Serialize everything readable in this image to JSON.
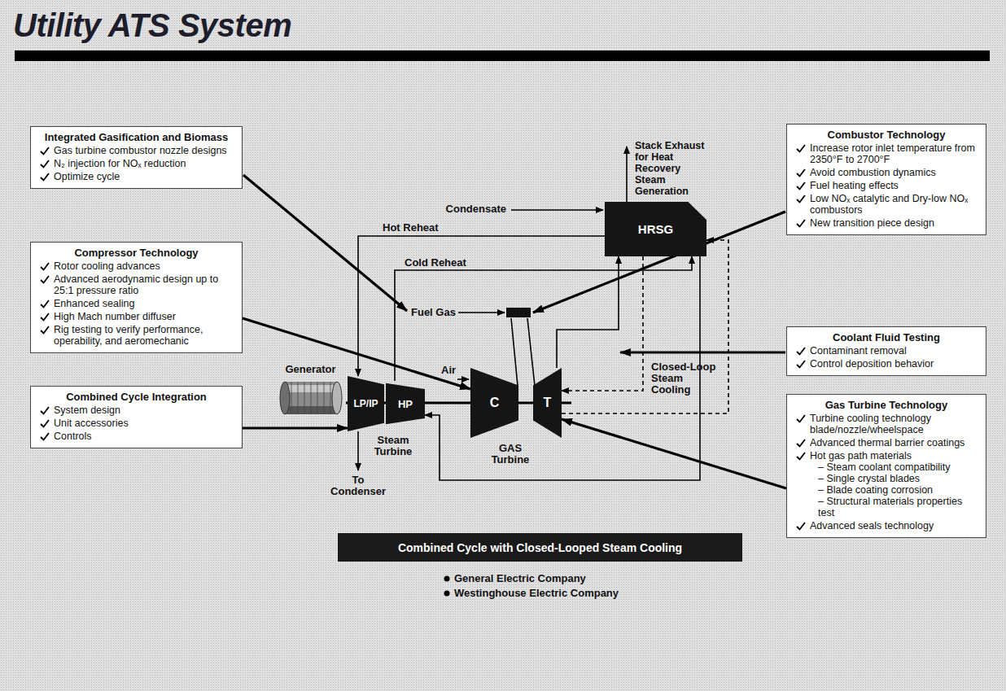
{
  "diagram": {
    "title": "Utility ATS System",
    "nodes": [
      {
        "text": [
          "Integrated Gasification and Biomass",
          "Gas turbine combustor nozzle designs",
          "N₂ injection for NOₓ reduction",
          "Optimize cycle"
        ]
      },
      {
        "text": [
          "Compressor Technology",
          "Rotor cooling advances",
          "Advanced aerodynamic design up to 25:1 pressure ratio",
          "Enhanced sealing",
          "High Mach number diffuser",
          "Rig testing to verify performance, operability, and aeromechanic"
        ]
      },
      {
        "text": [
          "Combined Cycle Integration",
          "System design",
          "Unit accessories",
          "Controls"
        ]
      },
      {
        "text": [
          "HRSG"
        ]
      },
      {
        "text": [
          "Generator"
        ]
      },
      {
        "text": [
          "LP/IP"
        ]
      },
      {
        "text": [
          "HP"
        ]
      },
      {
        "text": [
          "C"
        ]
      },
      {
        "text": [
          "T"
        ]
      },
      {
        "text": [
          "Combustor Technology",
          "Increase rotor inlet temperature from 2350°F to 2700°F",
          "Avoid combustion dynamics",
          "Fuel heating effects",
          "Low NOₓ catalytic and Dry-low NOₓ combustors",
          "New transition piece design"
        ]
      },
      {
        "text": [
          "Coolant Fluid Testing",
          "Contaminant removal",
          "Control deposition behavior"
        ]
      },
      {
        "text": [
          "Gas Turbine Technology",
          "Turbine cooling technology blade/nozzle/wheelspace",
          "Advanced thermal barrier coatings",
          "Hot gas path materials",
          "– Steam coolant compatibility",
          "– Single crystal blades",
          "– Blade coating corrosion",
          "– Structural materials properties test",
          "Advanced seals technology"
        ]
      },
      {
        "text": [
          "Combined Cycle with Closed-Looped Steam Cooling"
        ]
      }
    ],
    "edges": [
      {
        "from": 1,
        "to": 7,
        "arrow": "to"
      },
      {
        "from": 2,
        "to": 5,
        "arrow": "to"
      },
      {
        "from": 11,
        "to": 8,
        "arrow": "to"
      },
      {
        "from": 3,
        "to": 5,
        "label": "Hot Reheat",
        "arrow": "to"
      },
      {
        "from": 6,
        "to": 3,
        "label": "Cold Reheat",
        "arrow": "to"
      },
      {
        "from": 3,
        "to": 6,
        "arrow": "to"
      },
      {
        "from": 8,
        "to": 3,
        "arrow": "to"
      },
      {
        "from": 3,
        "to": 8,
        "arrow": "to"
      },
      {
        "from": 8,
        "to": 3,
        "arrow": "to"
      },
      {
        "from": 4,
        "to": 5,
        "arrow": "none"
      },
      {
        "from": 5,
        "to": 6,
        "arrow": "none"
      },
      {
        "from": 6,
        "to": 7,
        "arrow": "none"
      },
      {
        "from": 7,
        "to": 8,
        "arrow": "none"
      }
    ],
    "labels": [
      "Stack Exhaust for Heat Recovery Steam Generation",
      "Condensate",
      "Fuel Gas",
      "Air",
      "Steam Turbine",
      "To Condenser",
      "GAS Turbine",
      "Closed-Loop Steam Cooling",
      "General Electric Company",
      "Westinghouse Electric Company"
    ]
  }
}
